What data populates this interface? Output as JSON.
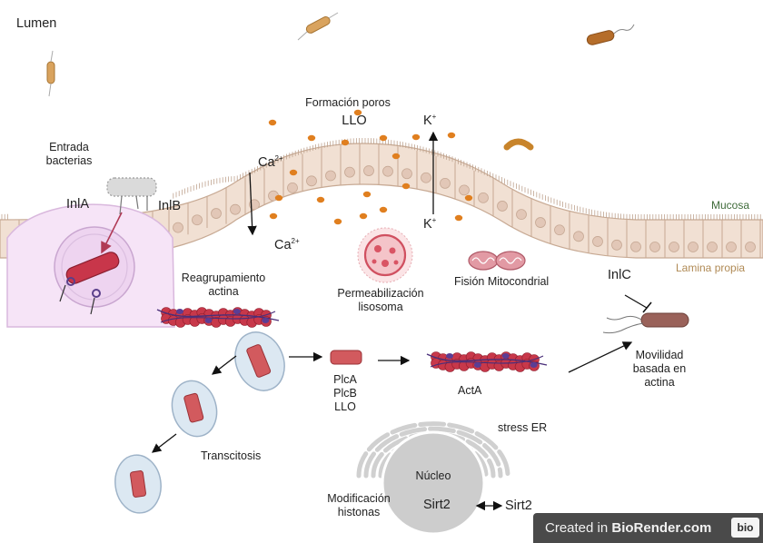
{
  "labels": {
    "lumen": "Lumen",
    "entrada_1": "Entrada",
    "entrada_2": "bacterias",
    "inla": "InlA",
    "inlb": "InlB",
    "poros": "Formación poros",
    "llo_top": "LLO",
    "k_top": "K",
    "k_top_sup": "+",
    "ca_top": "Ca",
    "ca_top_sup": "2+",
    "ca_bottom": "Ca",
    "ca_bottom_sup": "2+",
    "k_bottom": "K",
    "k_bottom_sup": "+",
    "mucosa": "Mucosa",
    "lamina": "Lamina propia",
    "reagrup_1": "Reagrupamiento",
    "reagrup_2": "actina",
    "permea_1": "Permeabilización",
    "permea_2": "lisosoma",
    "fision": "Fisión Mitocondrial",
    "inlc": "InlC",
    "movilidad_1": "Movilidad",
    "movilidad_2": "basada en",
    "movilidad_3": "actina",
    "plca": "PlcA",
    "plcb": "PlcB",
    "llo_mid": "LLO",
    "acta": "ActA",
    "stress": "stress ER",
    "transcitosis": "Transcitosis",
    "nucleo": "Núcleo",
    "sirt2_in": "Sirt2",
    "sirt2_out": "Sirt2",
    "modif_1": "Modificación",
    "modif_2": "histonas"
  },
  "footer": {
    "prefix": "Created in ",
    "brand": "BioRender.com",
    "logo": "bio"
  },
  "colors": {
    "epithelium": "#f1e0d3",
    "cell_border": "#c7a993",
    "nucleus": "#e2c7b7",
    "infected_cell": "#f6e4f7",
    "pore_dot": "#e07f1f",
    "bacterium": "#d25a5e",
    "actin": "#c8384a",
    "vacuole": "#dce8f2",
    "badge": "#4a4a4a"
  }
}
